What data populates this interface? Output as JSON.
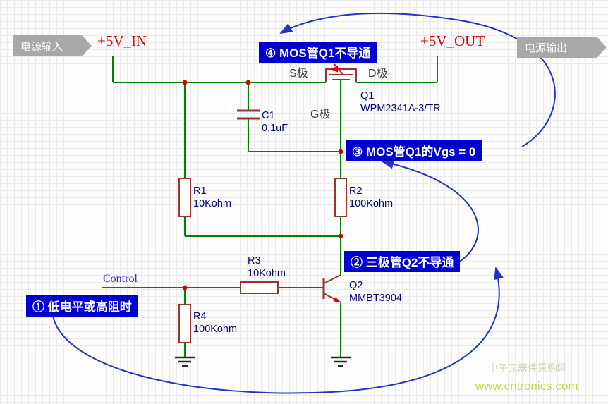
{
  "banners": {
    "input": "电源输入",
    "output": "电源输出"
  },
  "power": {
    "vin": "+5V_IN",
    "vout": "+5V_OUT"
  },
  "annotations": {
    "a1": "① 低电平或高阻时",
    "a2": "② 三极管Q2不导通",
    "a3": "③ MOS管Q1的Vgs = 0",
    "a4": "④ MOS管Q1不导通"
  },
  "components": {
    "q1": {
      "ref": "Q1",
      "value": "WPM2341A-3/TR",
      "pin_s": "S极",
      "pin_d": "D极",
      "pin_g": "G极"
    },
    "q2": {
      "ref": "Q2",
      "value": "MMBT3904"
    },
    "c1": {
      "ref": "C1",
      "value": "0.1uF"
    },
    "r1": {
      "ref": "R1",
      "value": "10Kohm"
    },
    "r2": {
      "ref": "R2",
      "value": "100Kohm"
    },
    "r3": {
      "ref": "R3",
      "value": "10Kohm"
    },
    "r4": {
      "ref": "R4",
      "value": "100Kohm"
    }
  },
  "net_labels": {
    "control": "Control"
  },
  "watermark": {
    "line1": "电子元器件采购网",
    "line2": "www.cntronics.com"
  },
  "colors": {
    "wire": "#038103",
    "component": "#993333",
    "junction": "#d40000",
    "annotation_bg": "#0000d0",
    "power_text": "#e00000",
    "designator_text": "#00007f",
    "banner_bg": "#a8a8a8",
    "flow_arrow": "#2233cc",
    "watermark": "#c7d245"
  }
}
